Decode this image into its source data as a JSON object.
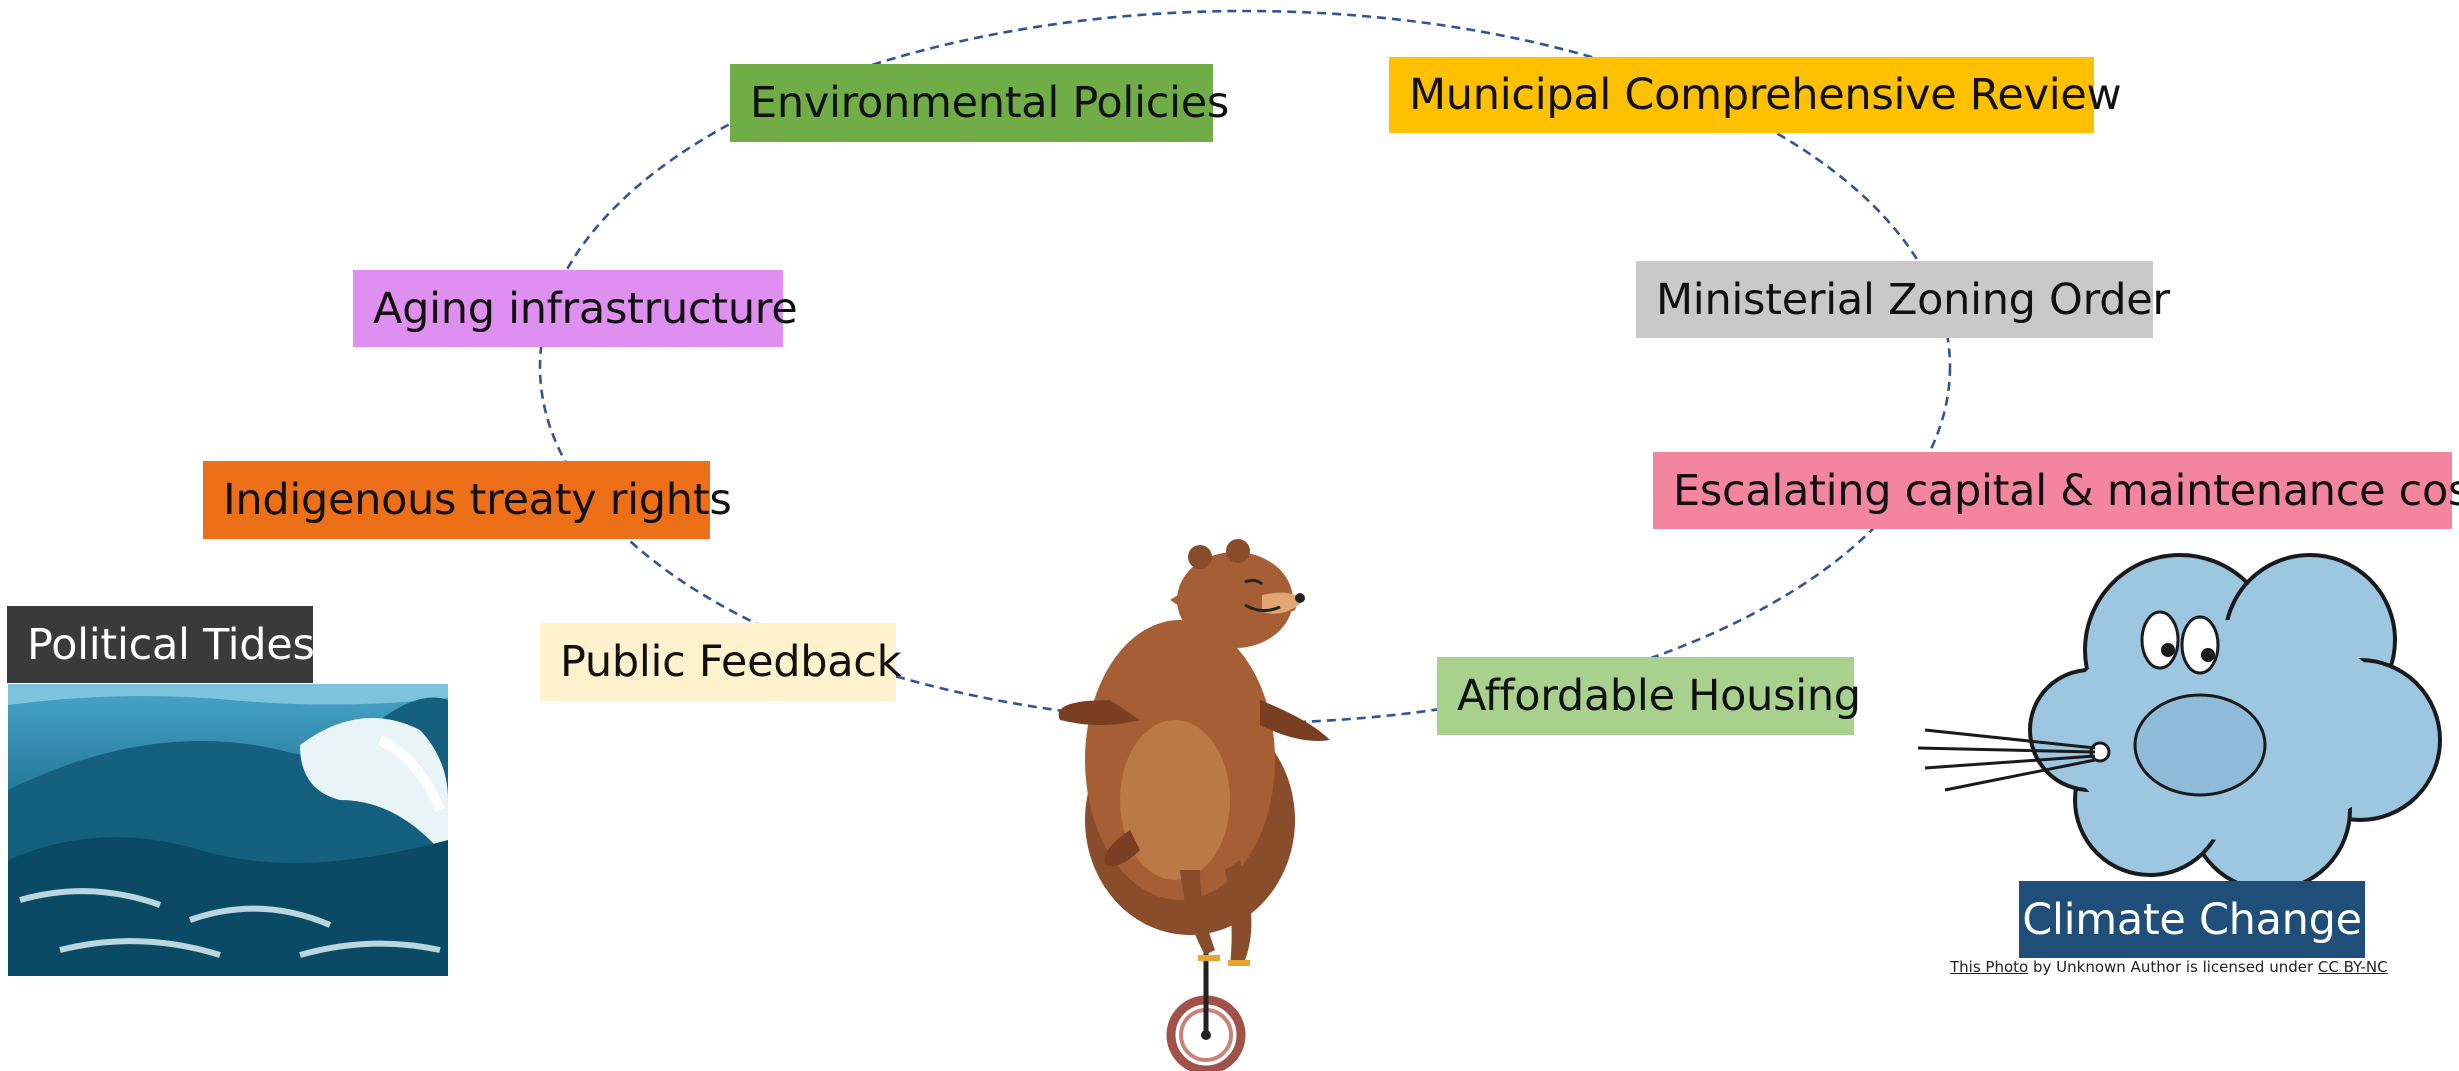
{
  "diagram": {
    "labels": {
      "environmental_policies": {
        "text": "Environmental Policies",
        "color": "#70ad47"
      },
      "municipal_review": {
        "text": "Municipal Comprehensive Review",
        "color": "#ffc000"
      },
      "aging_infrastructure": {
        "text": "Aging infrastructure",
        "color": "#df8ff0"
      },
      "ministerial_zoning": {
        "text": "Ministerial Zoning Order",
        "color": "#c9c9c9"
      },
      "indigenous_rights": {
        "text": "Indigenous treaty rights",
        "color": "#ed7018"
      },
      "escalating_costs": {
        "text": "Escalating capital & maintenance costs",
        "color": "#f4859f"
      },
      "public_feedback": {
        "text": "Public Feedback",
        "color": "#fff2cc"
      },
      "affordable_housing": {
        "text": "Affordable Housing",
        "color": "#a9d18e"
      },
      "political_tides": {
        "text": "Political Tides",
        "color": "#3a3a3a"
      },
      "climate_change": {
        "text": "Climate Change",
        "color": "#1f4e79"
      }
    },
    "loop_color": "#2f5597",
    "illustrations": {
      "wave": "ocean-wave-image",
      "bear": "bear-on-unicycle-illustration",
      "cloud": "wind-blowing-cloud-illustration"
    },
    "credit": {
      "photo_link": "This Photo",
      "middle": " by Unknown Author is licensed under ",
      "license_link": "CC BY-NC"
    }
  }
}
